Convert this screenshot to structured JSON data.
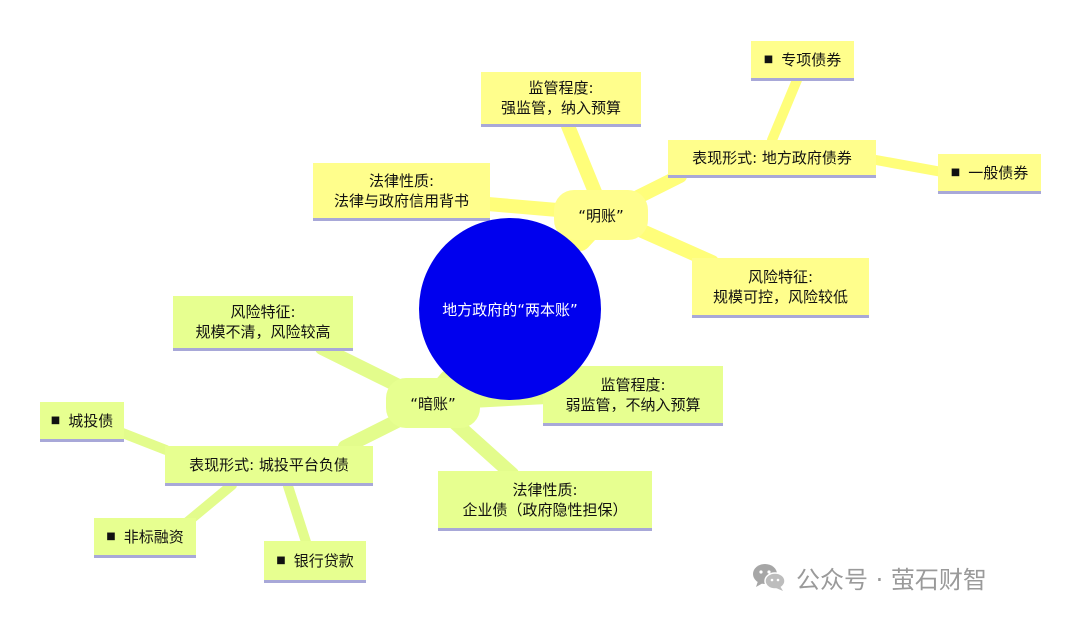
{
  "center": {
    "label": "地方政府的“两本账”"
  },
  "ming": {
    "hub": "“明账”",
    "supervision": {
      "title": "监管程度:",
      "desc": "强监管，纳入预算"
    },
    "legal": {
      "title": "法律性质:",
      "desc": "法律与政府信用背书"
    },
    "form": {
      "label": "表现形式: 地方政府债券"
    },
    "risk": {
      "title": "风险特征:",
      "desc": "规模可控，风险较低"
    },
    "leaves": {
      "special": "专项债券",
      "general": "一般债券"
    }
  },
  "an": {
    "hub": "“暗账”",
    "risk": {
      "title": "风险特征:",
      "desc": "规模不清，风险较高"
    },
    "supervision": {
      "title": "监管程度:",
      "desc": "弱监管，不纳入预算"
    },
    "form": {
      "label": "表现形式: 城投平台负债"
    },
    "legal": {
      "title": "法律性质:",
      "desc": "企业债（政府隐性担保）"
    },
    "leaves": {
      "chengtou": "城投债",
      "nonstandard": "非标融资",
      "bank": "银行贷款"
    }
  },
  "watermark": {
    "text": "公众号 · 萤石财智"
  },
  "colors": {
    "center": "#0000ee",
    "ming": "#fffe8c",
    "an": "#e7ff90",
    "ming_link": "#fffe7a",
    "an_link": "#e3fc8c"
  }
}
